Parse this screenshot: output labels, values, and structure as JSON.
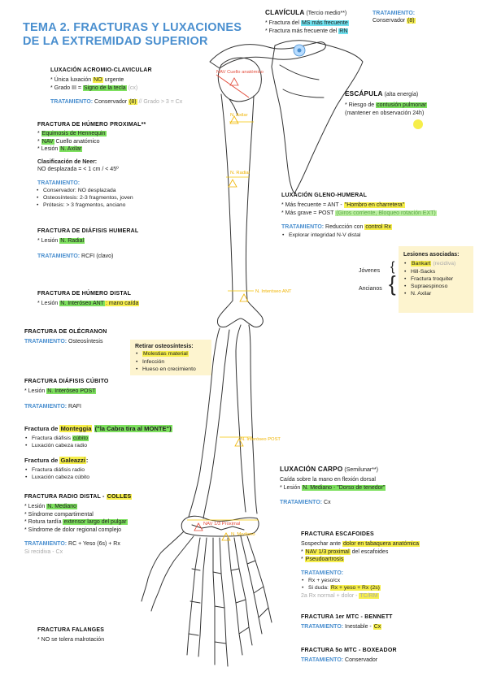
{
  "title": [
    "TEMA 2. FRACTURAS Y LUXACIONES",
    "DE LA EXTREMIDAD SUPERIOR"
  ],
  "treatment_label": "TRATAMIENTO:",
  "clavicula": {
    "heading": "CLAVÍCULA",
    "subheading": "(Tercio medio**)",
    "l1_pre": "* Fractura del ",
    "l1_hl": "MS más frecuente",
    "l2_pre": "* Fractura más frecuente del ",
    "l2_hl": "RN",
    "tx_value_pre": "Conservador ",
    "tx_value_hl": "(8)"
  },
  "acromio": {
    "heading": "LUXACIÓN ACROMIO-CLAVICULAR",
    "l1_pre": "* Única luxación ",
    "l1_hl": "NO",
    "l1_post": " urgente",
    "l2_pre": "* Grado III = ",
    "l2_hl": "Signo de la tecla",
    "l2_gray": " (cx)",
    "tx_value_pre": " Conservador ",
    "tx_value_hl": "(8)",
    "tx_value_gray": " // Grado > 3 = Cx"
  },
  "escapula": {
    "heading": "ESCÁPULA",
    "subheading": "(alta energía)",
    "l1_pre": "* Riesgo de ",
    "l1_hl": "contusión pulmonar",
    "l2": "(mantener en observación 24h)"
  },
  "humero_proximal": {
    "heading": "FRACTURA DE HÚMERO PROXIMAL**",
    "l1_pre": "* ",
    "l1_hl": "Equimosis de Hennequin",
    "l2_pre": "* ",
    "l2_hl": "NAV",
    "l2_post": " Cuello anatómico",
    "l3_pre": "* Lesión ",
    "l3_hl": "N. Axilar",
    "neer_heading": "Clasificación de Neer:",
    "neer_line": "NO desplazada = < 1 cm / < 45º",
    "tx_items": [
      "Conservador: NO desplazada",
      "Osteosíntesis: 2-3 fragmentos, joven",
      "Prótesis: > 3 fragmentos, anciano"
    ]
  },
  "gleno_humeral": {
    "heading": "LUXACIÓN GLENO-HUMERAL",
    "l1_pre": "* Más frecuente = ANT - ",
    "l1_hl": "\"Hombro en charretera\"",
    "l2_pre": "* Más grave = POST ",
    "l2_hl": "(Giros corriente, Bloqueo rotación EXT)",
    "tx_value_pre": " Reducción con ",
    "tx_value_hl": "control Rx",
    "tx_item": "Explorar integridad N-V distal",
    "assoc_heading": "Lesiones asociadas:",
    "assoc_items": [
      {
        "text": "Bankart",
        "hl": true,
        "extra": " (recidiva)"
      },
      {
        "text": "Hill-Sacks",
        "hl": false,
        "extra": ""
      },
      {
        "text": "Fractura troquiter",
        "hl": false,
        "extra": ""
      },
      {
        "text": "Supraespinoso",
        "hl": false,
        "extra": ""
      },
      {
        "text": "N. Axilar",
        "hl": false,
        "extra": ""
      }
    ],
    "group_young": "Jóvenes",
    "group_old": "Ancianos"
  },
  "diafisis_humeral": {
    "heading": "FRACTURA DE DIÁFISIS HUMERAL",
    "l1_pre": "* Lesión ",
    "l1_hl": "N. Radial",
    "tx_value": " RCFI (clavo)"
  },
  "humero_distal": {
    "heading": "FRACTURA DE HÚMERO DISTAL",
    "l1_pre": "* Lesión ",
    "l1_hl": "N. Interóseo ANT",
    "l1_post": ": mano caída"
  },
  "olecranon": {
    "heading": "FRACTURA DE OLÉCRANON",
    "tx_value": " Osteosíntesis",
    "box_heading": "Retirar osteosíntesis:",
    "box_items": [
      {
        "text": "Molestias material",
        "hl": true
      },
      {
        "text": "Infección",
        "hl": false
      },
      {
        "text": "Hueso en crecimiento",
        "hl": false
      }
    ]
  },
  "cubito": {
    "heading": "FRACTURA DIÁFISIS CÚBITO",
    "l1_pre": "* Lesión ",
    "l1_hl": "N. Interóseo POST",
    "tx_value": " RAFI"
  },
  "monteggia": {
    "heading_pre": "Fractura de ",
    "heading_hl": "Monteggia",
    "heading_quote": "(\"la Cabra tira al MONTE\")",
    "item1_pre": "Fractura diáfisis ",
    "item1_hl": "cúbito",
    "item2": "Luxación cabeza radio"
  },
  "galeazzi": {
    "heading_pre": "Fractura de ",
    "heading_hl": "Galeazzi",
    "heading_post": ":",
    "item1": "Fractura diáfisis radio",
    "item2": "Luxación cabeza cúbito"
  },
  "radio_distal": {
    "heading_pre": "FRACTURA RADIO DISTAL - ",
    "heading_hl": "COLLES",
    "l1_pre": "* Lesión ",
    "l1_hl": "N. Mediano",
    "l2": "* Síndrome compartimental",
    "l3_pre": "* Rotura tardía ",
    "l3_hl": "extensor largo del pulgar",
    "l4": "* Síndrome de dolor regional complejo",
    "tx_value": " RC + Yeso (6s) + Rx",
    "tx_gray": "Si recidiva - Cx"
  },
  "carpo": {
    "heading": "LUXACIÓN CARPO",
    "subheading": "(Semilunar**)",
    "l1": "Caída sobre la mano en flexión dorsal",
    "l2_pre": "* Lesión ",
    "l2_hl": "N. Mediano - \"Dorso de tenedor\"",
    "tx_value": " Cx"
  },
  "escafoides": {
    "heading": "FRACTURA ESCAFOIDES",
    "l1_pre": "Sospechar ante ",
    "l1_hl": "dolor en tabaquera anatómica",
    "l2_pre": "* ",
    "l2_hl": "NAV 1/3 proximal",
    "l2_post": " del escafoides",
    "l3_pre": "* ",
    "l3_hl": "Pseudoartrosis",
    "item1": "Rx + yeso/cx",
    "item2_pre": "Si duda: ",
    "item2_hl": "Rx + yeso + Rx (2s)",
    "tx_gray_pre": "2a Rx normal + dolor - ",
    "tx_gray_hl": "TC/RM"
  },
  "falanges": {
    "heading": "FRACTURA FALANGES",
    "l1": "* NO se tolera malrotación"
  },
  "bennett": {
    "heading": "FRACTURA 1er MTC - BENNETT",
    "tx_value_pre": " Inestable - ",
    "tx_value_hl": "Cx"
  },
  "boxeador": {
    "heading": "FRACTURA 5o MTC - BOXEADOR",
    "tx_value": " Conservador"
  },
  "callouts": {
    "nav_cuello": "NAV Cuello anatómico",
    "axilar": "N. Axilar",
    "radial": "N. Radial",
    "interoseo_ant": "N. Interóseo ANT",
    "interoseo_post": "N. Interóseo POST",
    "nav_proximal": "NAV 1/3 Proximal",
    "mediano": "N. Mediano"
  },
  "colors": {
    "title_blue": "#4a8fcf",
    "highlight_green": "#7de05e",
    "highlight_yellow": "#f6ee4a",
    "highlight_cyan": "#6fe0ee",
    "callout_yellow": "#f0b400",
    "callout_red": "#e34b3a",
    "box_bg": "#fdf4cf"
  }
}
